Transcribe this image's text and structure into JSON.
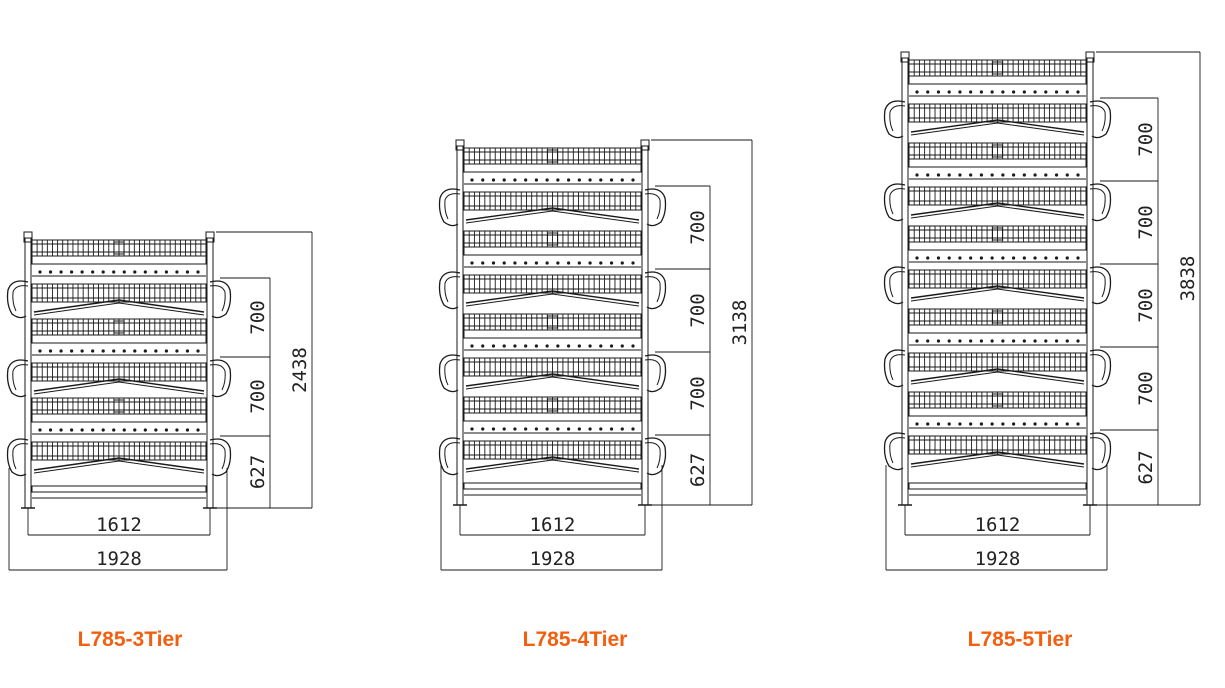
{
  "colors": {
    "caption": "#f25f0f",
    "line": "#1a1a1a"
  },
  "models": [
    {
      "caption": "L785-3Tier",
      "tiers": 3,
      "height": "2438",
      "tier_spacing": [
        "700",
        "700"
      ],
      "bottom_height": "627",
      "inner_width": "1612",
      "outer_width": "1928"
    },
    {
      "caption": "L785-4Tier",
      "tiers": 4,
      "height": "3138",
      "tier_spacing": [
        "700",
        "700",
        "700"
      ],
      "bottom_height": "627",
      "inner_width": "1612",
      "outer_width": "1928"
    },
    {
      "caption": "L785-5Tier",
      "tiers": 5,
      "height": "3838",
      "tier_spacing": [
        "700",
        "700",
        "700",
        "700"
      ],
      "bottom_height": "627",
      "inner_width": "1612",
      "outer_width": "1928"
    }
  ]
}
